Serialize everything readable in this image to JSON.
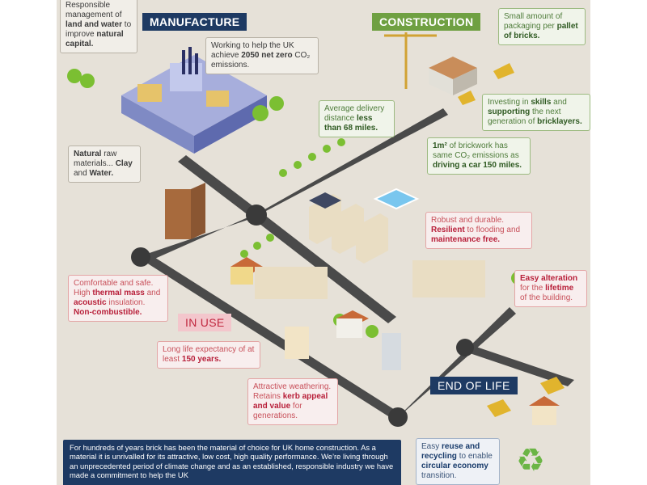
{
  "labels": {
    "manufacture": "MANUFACTURE",
    "construction": "CONSTRUCTION",
    "in_use": "IN USE",
    "end_of_life": "END OF LIFE"
  },
  "manufacture": {
    "land": {
      "t1": "Responsible management of ",
      "b1": "land and water",
      "t2": " to improve ",
      "b2": "natural capital."
    },
    "net_zero": {
      "t1": "Working to help the UK achieve ",
      "b1": "2050 net zero",
      "t2": " CO₂ emissions."
    },
    "raw": {
      "b1": "Natural",
      "t1": " raw materials... ",
      "b2": "Clay",
      "t2": " and ",
      "b3": "Water."
    }
  },
  "construction": {
    "packaging": {
      "t1": "Small amount of packaging per ",
      "b1": "pallet of bricks."
    },
    "delivery": {
      "t1": "Average delivery distance ",
      "b1": "less than 68 miles."
    },
    "skills": {
      "t1": "Investing in ",
      "b1": "skills",
      "t2": " and ",
      "b2": "supporting",
      "t3": " the next generation of ",
      "b3": "bricklayers."
    },
    "emissions": {
      "b1": "1m²",
      "t1": " of brickwork has same CO₂ emissions as ",
      "b2": "driving a car 150 miles."
    }
  },
  "in_use": {
    "robust": {
      "t1": "Robust and durable. ",
      "b1": "Resilient",
      "t2": " to flooding and ",
      "b2": "maintenance free."
    },
    "comfortable": {
      "t1": "Comfortable and safe. High ",
      "b1": "thermal mass",
      "t2": " and ",
      "b2": "acoustic",
      "t3": " insulation. ",
      "b3": "Non-combustible."
    },
    "alteration": {
      "b1": "Easy alteration",
      "t1": " for the ",
      "b2": "lifetime",
      "t2": " of the building."
    },
    "long_life": {
      "t1": "Long life expectancy of at least ",
      "b1": "150 years."
    },
    "weathering": {
      "t1": "Attractive weathering. Retains ",
      "b1": "kerb appeal and value",
      "t2": " for generations."
    }
  },
  "end_of_life": {
    "reuse": {
      "t1": "Easy ",
      "b1": "reuse and recycling",
      "t2": " to enable ",
      "b2": "circular economy",
      "t3": " transition."
    }
  },
  "bottom_text": "For hundreds of years brick has been the material of choice for UK home construction. As a material it is unrivalled for its attractive, low cost, high quality performance. We’re living through an unprecedented period of climate change and as an established, responsible industry we have made a commitment to help the UK",
  "icons": {
    "recycle": "♻"
  },
  "colors": {
    "navy": "#1e3a63",
    "green": "#6fa042",
    "pink": "#c0263e",
    "road": "#4a4a4a",
    "background": "#e6e1d8"
  }
}
